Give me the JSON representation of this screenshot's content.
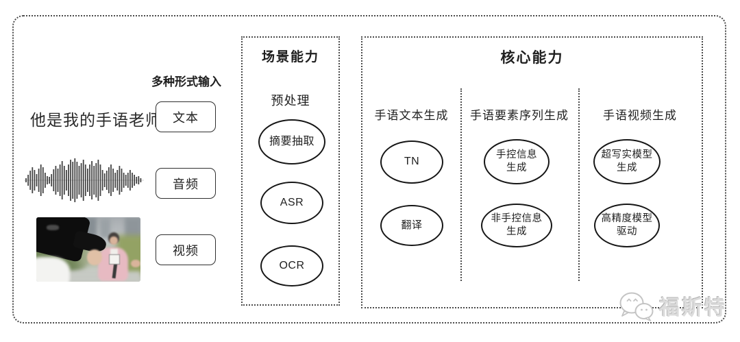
{
  "colors": {
    "background": "#ffffff",
    "line": "#2b2b2b",
    "dotted_border": "#4a4a4a",
    "watermark": "#c8c8c8"
  },
  "input_section": {
    "label": "多种形式输入",
    "sample_text": "他是我的手语老师",
    "items": [
      {
        "label": "文本"
      },
      {
        "label": "音频"
      },
      {
        "label": "视频"
      }
    ],
    "icons": [
      "audio-waveform-icon",
      "reporter-photo-thumbnail"
    ]
  },
  "scene_box": {
    "title": "场景能力",
    "subtitle": "预处理",
    "nodes": [
      "摘要抽取",
      "ASR",
      "OCR"
    ]
  },
  "core_box": {
    "title": "核心能力",
    "columns": [
      {
        "header": "手语文本生成",
        "nodes": [
          "TN",
          "翻译"
        ]
      },
      {
        "header": "手语要素序列生成",
        "nodes": [
          "手控信息\n生成",
          "非手控信息\n生成"
        ]
      },
      {
        "header": "手语视频生成",
        "nodes": [
          "超写实模型\n生成",
          "高精度模型\n驱动"
        ]
      }
    ]
  },
  "watermark": {
    "text": "福斯特",
    "icon": "wechat-icon"
  }
}
